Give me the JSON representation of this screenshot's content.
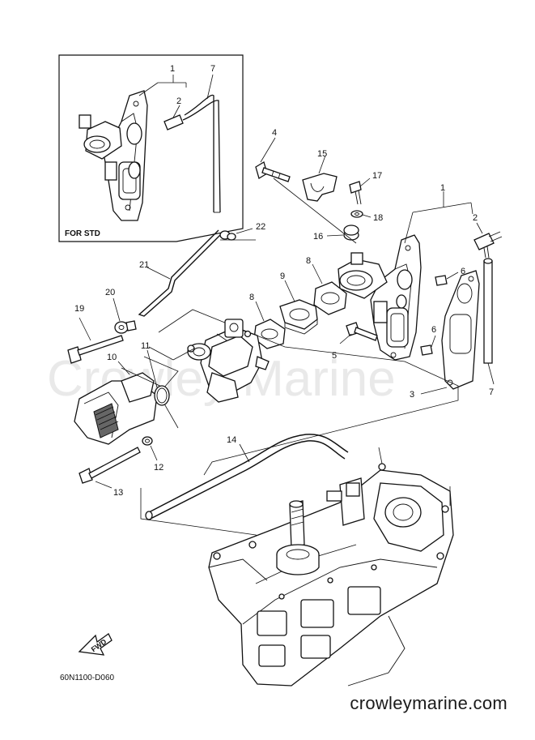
{
  "watermark": "Crowley Marine",
  "site": "crowleymarine.com",
  "diagram_code": "60N1100-D060",
  "inset_label": "FOR STD",
  "fwd_label": "FWD",
  "callouts": {
    "i1": "1",
    "i2": "2",
    "i7": "7",
    "c1": "1",
    "c2": "2",
    "c3": "3",
    "c4": "4",
    "c5": "5",
    "c6a": "6",
    "c6b": "6",
    "c7": "7",
    "c8a": "8",
    "c8b": "8",
    "c9": "9",
    "c10": "10",
    "c11": "11",
    "c12": "12",
    "c13": "13",
    "c14": "14",
    "c15": "15",
    "c16": "16",
    "c17": "17",
    "c18": "18",
    "c19": "19",
    "c20": "20",
    "c21": "21",
    "c22": "22"
  }
}
